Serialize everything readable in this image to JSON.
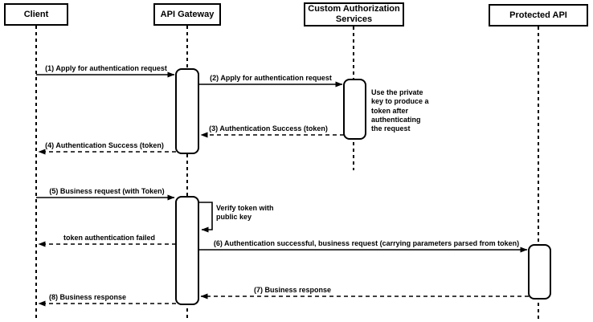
{
  "diagram_type": "uml-sequence-diagram",
  "participants": [
    {
      "name": "Client"
    },
    {
      "name": "API Gateway"
    },
    {
      "name": "Custom Authorization Services"
    },
    {
      "name": "Protected API"
    }
  ],
  "messages": [
    {
      "label": "(1) Apply for authentication request",
      "from": "Client",
      "to": "API Gateway",
      "line": "solid"
    },
    {
      "label": "(2) Apply for authentication request",
      "from": "API Gateway",
      "to": "Custom Authorization Services",
      "line": "solid"
    },
    {
      "label": "(3) Authentication Success (token)",
      "from": "Custom Authorization Services",
      "to": "API Gateway",
      "line": "dashed"
    },
    {
      "label": "(4) Authentication Success (token)",
      "from": "API Gateway",
      "to": "Client",
      "line": "dashed"
    },
    {
      "label": "(5) Business request (with Token)",
      "from": "Client",
      "to": "API Gateway",
      "line": "solid"
    },
    {
      "label": "Verify token with public key",
      "from": "API Gateway",
      "to": "API Gateway",
      "line": "solid",
      "self_message": true
    },
    {
      "label": "token authentication failed",
      "from": "API Gateway",
      "to": "Client",
      "line": "dashed"
    },
    {
      "label": "(6) Authentication successful, business request (carrying parameters parsed from token)",
      "from": "API Gateway",
      "to": "Protected API",
      "line": "solid"
    },
    {
      "label": "(7) Business response",
      "from": "Protected API",
      "to": "API Gateway",
      "line": "dashed"
    },
    {
      "label": "(8) Business response",
      "from": "API Gateway",
      "to": "Client",
      "line": "dashed"
    }
  ],
  "notes": [
    {
      "text": "Use the private key to produce a token after authenticating the request",
      "attached_to": "Custom Authorization Services"
    }
  ],
  "colors": {
    "line": "#000000",
    "fill": "#ffffff",
    "text": "#000000",
    "background": "#ffffff"
  }
}
